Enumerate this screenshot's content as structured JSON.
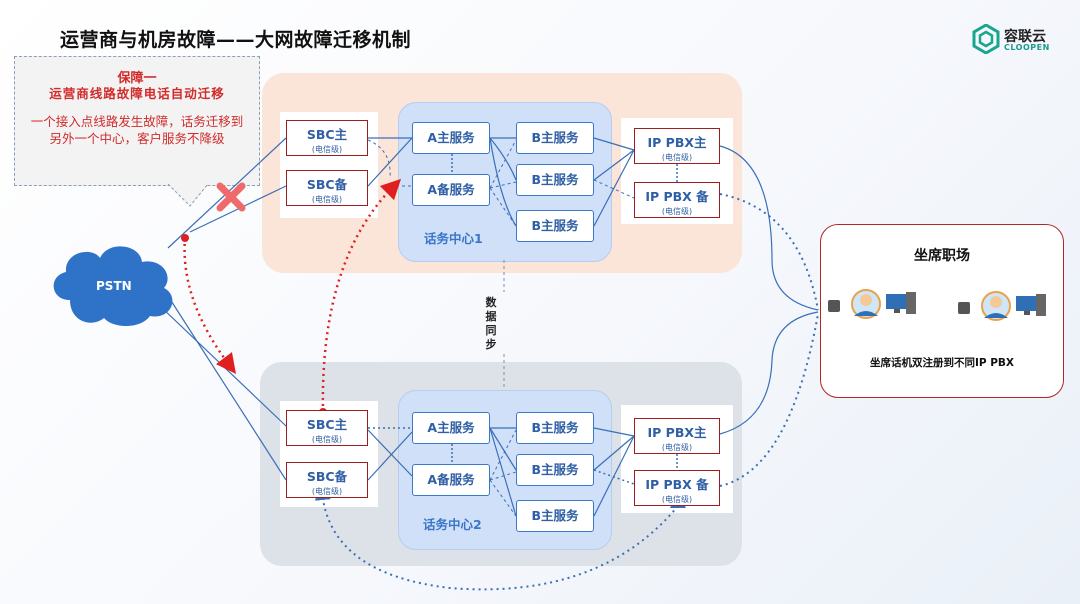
{
  "title": "运营商与机房故障——大网故障迁移机制",
  "logo": {
    "name_cn": "容联云",
    "name_en": "CLOOPEN"
  },
  "callout": {
    "heading": "保障一",
    "subheading": "运营商线路故障电话自动迁移",
    "body": "一个接入点线路发生故障，话务迁移到另外一个中心，客户服务不降级"
  },
  "pstn": "PSTN",
  "sync_label": "数据同步",
  "centers": [
    {
      "label": "话务中心1",
      "sbc_main": "SBC主",
      "sbc_backup": "SBC备",
      "a_main": "A主服务",
      "a_backup": "A备服务",
      "b_services": [
        "B主服务",
        "B主服务",
        "B主服务"
      ],
      "pbx_main": "IP PBX主",
      "pbx_backup": "IP PBX 备"
    },
    {
      "label": "话务中心2",
      "sbc_main": "SBC主",
      "sbc_backup": "SBC备",
      "a_main": "A主服务",
      "a_backup": "A备服务",
      "b_services": [
        "B主服务",
        "B主服务",
        "B主服务"
      ],
      "pbx_main": "IP PBX主",
      "pbx_backup": "IP PBX 备"
    }
  ],
  "carrier_grade": "(电信级)",
  "seats": {
    "title": "坐席职场",
    "caption": "坐席话机双注册到不同IP PBX"
  },
  "colors": {
    "failover_red": "#e02020",
    "link_blue": "#3a6fb8",
    "pstn_blue": "#2f73c9",
    "node_border": "#9a1f1f"
  }
}
